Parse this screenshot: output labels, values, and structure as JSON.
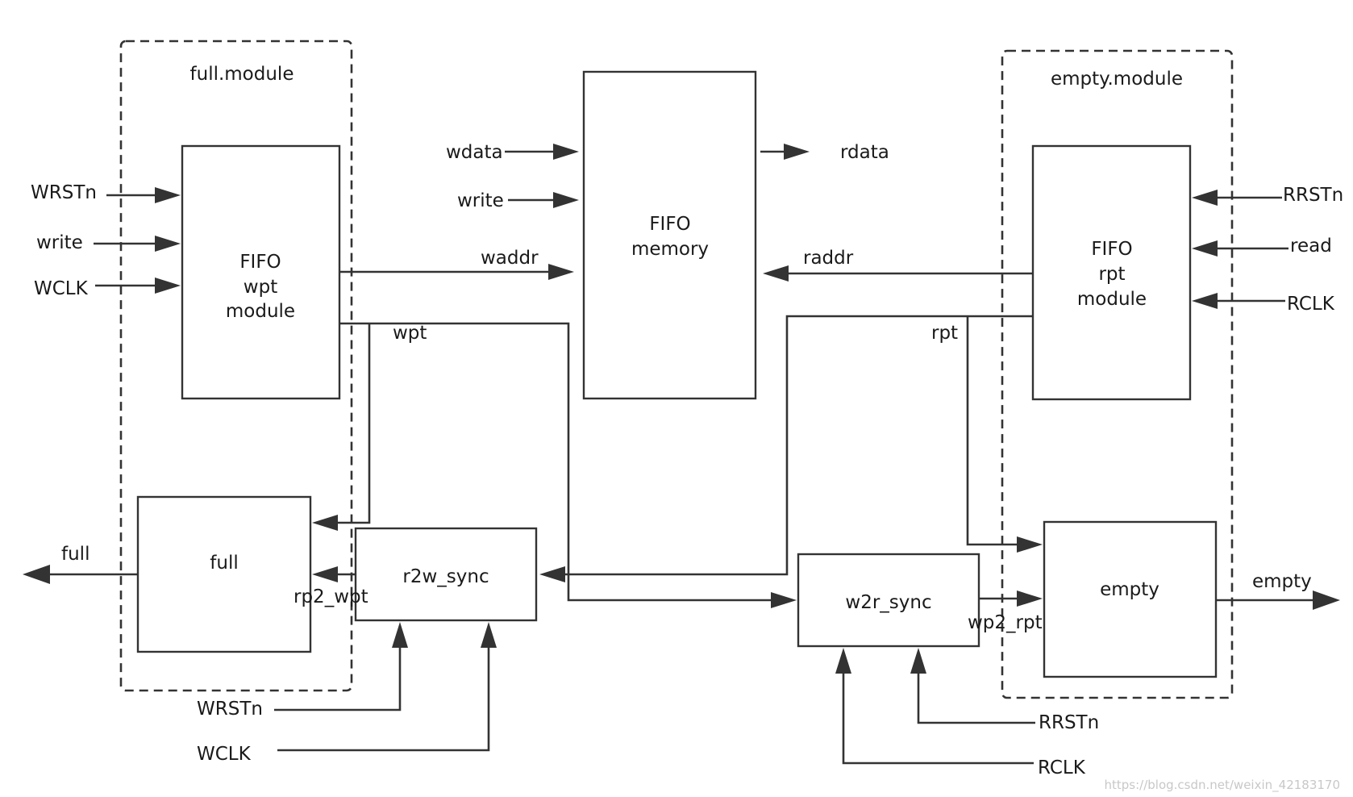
{
  "modules": {
    "full_module": "full.module",
    "empty_module": "empty.module"
  },
  "blocks": {
    "wpt_module": [
      "FIFO",
      "wpt",
      "module"
    ],
    "memory": [
      "FIFO",
      "memory"
    ],
    "rpt_module": [
      "FIFO",
      "rpt",
      "module"
    ],
    "full": "full",
    "r2w_sync": "r2w_sync",
    "w2r_sync": "w2r_sync",
    "empty": "empty"
  },
  "signals": {
    "wrstn_in": "WRSTn",
    "write_in": "write",
    "wclk_in": "WCLK",
    "wdata": "wdata",
    "write_mem": "write",
    "rdata": "rdata",
    "waddr": "waddr",
    "raddr": "raddr",
    "wpt": "wpt",
    "rpt": "rpt",
    "rrstn_in": "RRSTn",
    "read_in": "read",
    "rclk_in": "RCLK",
    "full_out": "full",
    "rp2_wpt": "rp2_wpt",
    "empty_out": "empty",
    "wp2_rpt": "wp2_rpt",
    "wrstn_sync": "WRSTn",
    "wclk_sync": "WCLK",
    "rrstn_sync": "RRSTn",
    "rclk_sync": "RCLK"
  },
  "watermark": "https://blog.csdn.net/weixin_42183170",
  "colors": {
    "line": "#333333",
    "text": "#1a1a1a",
    "watermark": "#c8c8c8"
  }
}
